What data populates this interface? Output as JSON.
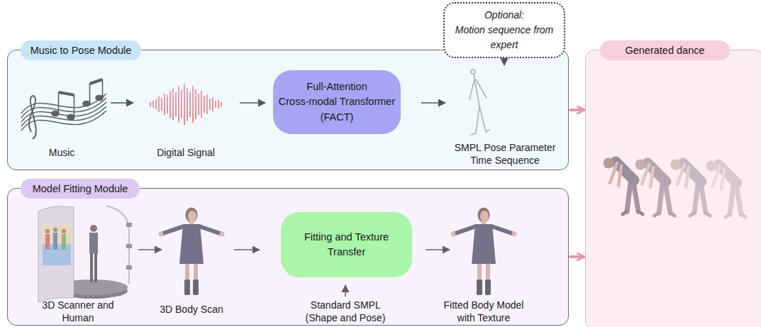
{
  "diagram": {
    "nodes": [
      {
        "text": [
          "Music to Pose Module"
        ]
      },
      {
        "text": [
          "Full-Attention Cross-modal Transformer (FACT)"
        ],
        "in": 0
      },
      {
        "text": [
          "Optional:",
          "Motion sequence from expert"
        ]
      },
      {
        "text": [
          "Model Fitting Module"
        ]
      },
      {
        "text": [
          "Fitting and Texture Transfer"
        ],
        "in": 3
      },
      {
        "text": [
          "Generated dance"
        ]
      }
    ],
    "edges": [
      {
        "from": 0,
        "to": 5,
        "arrow": "to"
      },
      {
        "from": 3,
        "to": 5,
        "arrow": "to"
      }
    ],
    "labels": [
      "Music",
      "Digital Signal",
      "SMPL Pose Parameter Time Sequence",
      "3D Scanner and Human",
      "3D Body Scan",
      "Standard SMPL (Shape and Pose)",
      "Fitted Body Model with Texture"
    ]
  }
}
